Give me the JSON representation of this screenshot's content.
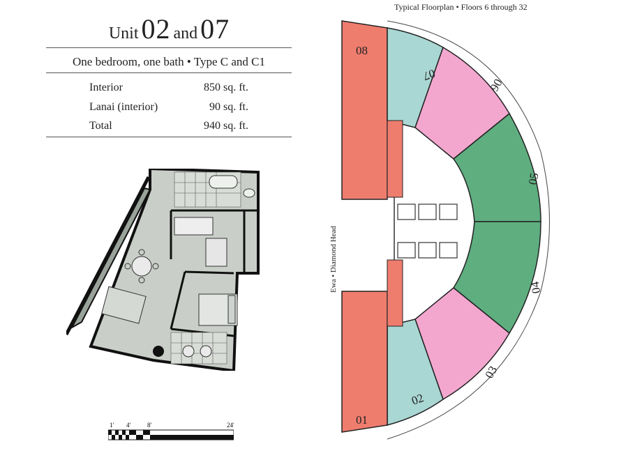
{
  "title": {
    "unit_word": "Unit",
    "unit_a": "02",
    "and_word": "and",
    "unit_b": "07"
  },
  "subtitle": "One bedroom, one bath • Type C and C1",
  "specs": [
    {
      "label": "Interior",
      "value": "850 sq. ft."
    },
    {
      "label": "Lanai (interior)",
      "value": "90 sq. ft."
    },
    {
      "label": "Total",
      "value": "940 sq. ft."
    }
  ],
  "scale_labels": [
    "1'",
    "4'",
    "8'",
    "24'"
  ],
  "floorplan": {
    "header": "Typical Floorplan  •  Floors 6 through 32",
    "side_label": "Ewa  •  Diamond Head",
    "units": [
      "08",
      "07",
      "06",
      "05",
      "04",
      "03",
      "02",
      "01"
    ],
    "colors": {
      "salmon": "#ef7d6e",
      "teal": "#a9d7d3",
      "pink": "#f3a7cf",
      "green": "#5fae80",
      "plan_gray": "#c9cfc8"
    }
  }
}
